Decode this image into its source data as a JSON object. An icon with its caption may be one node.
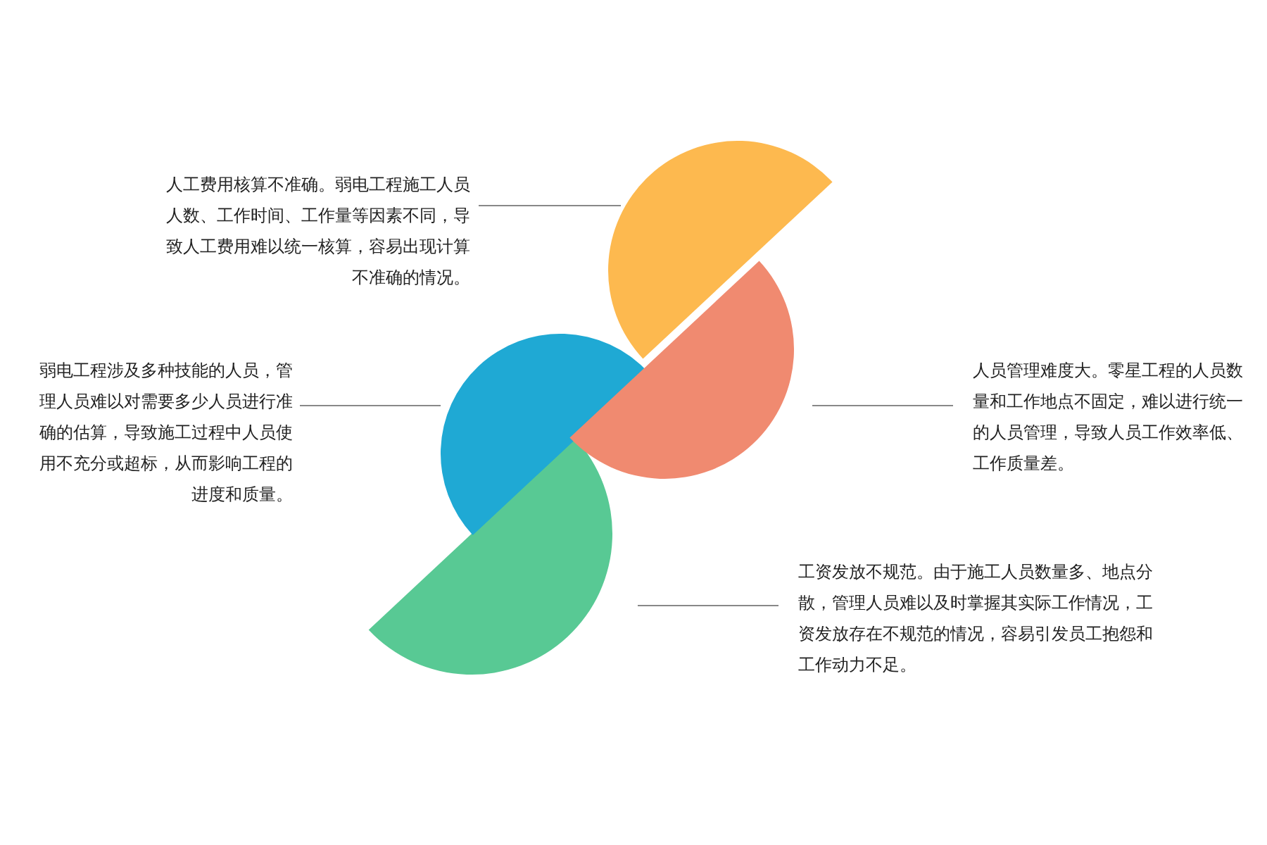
{
  "diagram": {
    "nodes": [
      {
        "text": [
          "人工费用核算不准确。弱电工程施工人员人数、工作时间、工作量等因素不同，导致人工费用难以统一核算，容易出现计算不准确的情况。"
        ]
      },
      {
        "text": [],
        "shape": "semicircle"
      },
      {
        "text": [
          "弱电工程涉及多种技能的人员，管理人员难以对需要多少人员进行准确的估算，导致施工过程中人员使用不充分或超标，从而影响工程的进度和质量。"
        ]
      },
      {
        "text": [],
        "shape": "semicircle"
      },
      {
        "text": [],
        "shape": "semicircle"
      },
      {
        "text": [
          "人员管理难度大。零星工程的人员数量和工作地点不固定，难以进行统一的人员管理，导致人员工作效率低、工作质量差。"
        ]
      },
      {
        "text": [],
        "shape": "semicircle"
      },
      {
        "text": [
          "工资发放不规范。由于施工人员数量多、地点分散，管理人员难以及时掌握其实际工作情况，工资发放存在不规范的情况，容易引发员工抱怨和工作动力不足。"
        ]
      }
    ],
    "edges": [
      {
        "from": 0,
        "to": 1,
        "arrow": "none"
      },
      {
        "from": 2,
        "to": 3,
        "arrow": "none"
      },
      {
        "from": 5,
        "to": 4,
        "arrow": "none"
      },
      {
        "from": 7,
        "to": 6,
        "arrow": "none"
      }
    ]
  }
}
